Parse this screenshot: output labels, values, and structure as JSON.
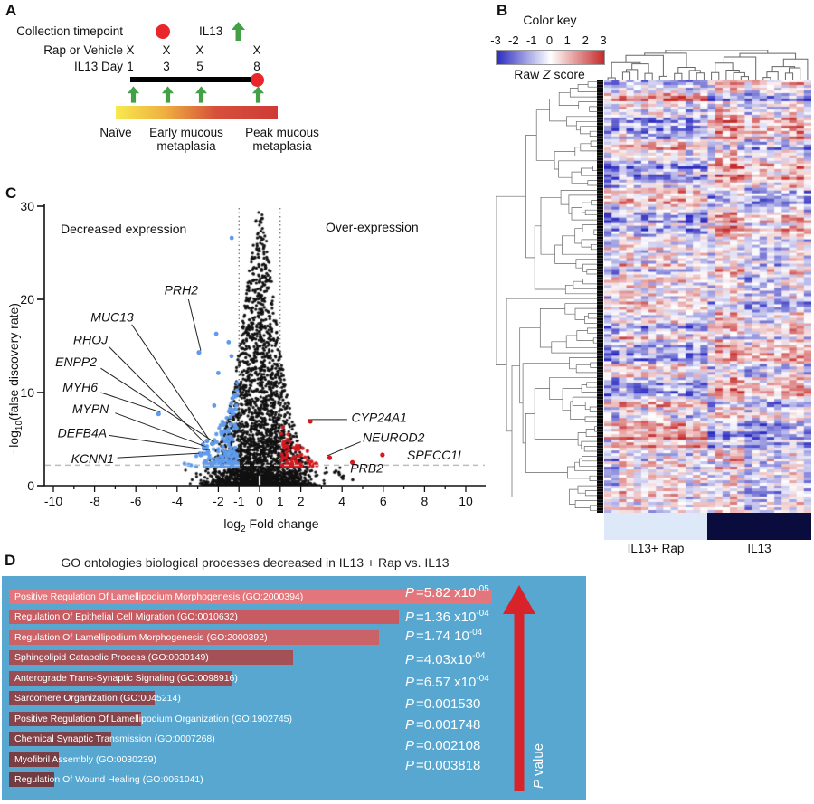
{
  "panelA": {
    "label": "A",
    "collection_label": "Collection timepoint",
    "il13_label": "IL13",
    "rap_label": "Rap or Vehicle",
    "rap_marks": [
      "X",
      "X",
      "X",
      "X"
    ],
    "day_label": "IL13 Day",
    "days": [
      "1",
      "3",
      "5",
      "8"
    ],
    "phases": [
      "Naïve",
      "Early mucous metaplasia",
      "Peak mucous metaplasia"
    ],
    "colors": {
      "red_dot": "#e8262b",
      "green_arrow": "#43a047",
      "gradient": [
        "#f8e94e",
        "#efb041",
        "#d5503a",
        "#cf3a36"
      ]
    }
  },
  "panelB": {
    "label": "B",
    "color_key_title": "Color key",
    "color_key_ticks": [
      "-3",
      "-2",
      "-1",
      "0",
      "1",
      "2",
      "3"
    ],
    "color_key_caption_pre": "Raw ",
    "color_key_caption_italic": "Z",
    "color_key_caption_post": " score",
    "groups": [
      {
        "name": "IL13+ Rap",
        "color": "#dde9f8"
      },
      {
        "name": "IL13",
        "color": "#0a0c3e"
      }
    ]
  },
  "panelC": {
    "label": "C",
    "region_left": "Decreased expression",
    "region_right": "Over-expression",
    "xlabel_pre": "log",
    "xlabel_sub": "2",
    "xlabel_post": " Fold change",
    "ylabel_pre": "−log",
    "ylabel_sub": "10",
    "ylabel_post": "(false discovery rate)"
  },
  "panelD": {
    "label": "D",
    "title": "GO ontologies biological processes decreased in IL13 + Rap vs. IL13",
    "p_symbol": "P",
    "p_value_italic": "P",
    "p_value_rest": " value"
  },
  "chart_data": [
    {
      "id": "volcano",
      "type": "scatter",
      "xlabel": "log2 Fold change",
      "ylabel": "-log10(false discovery rate)",
      "xlim": [
        -10.45,
        10.45
      ],
      "ylim": [
        0,
        30.6
      ],
      "x_tick_values": [
        -10,
        -8,
        -6,
        -4,
        -2,
        -1,
        0,
        1,
        2,
        4,
        6,
        8,
        10
      ],
      "x_tick_labels": [
        "-10",
        "-8",
        "-6",
        "-4",
        "-2",
        "-1",
        "0",
        "1",
        "2",
        "4",
        "6",
        "8",
        "10"
      ],
      "x_minor_step": 1,
      "y_tick_values": [
        0,
        10,
        20,
        30
      ],
      "y_tick_labels": [
        "0",
        "10",
        "20",
        "30"
      ],
      "fold_change_lines": [
        -1,
        1
      ],
      "fdr_threshold_line": 2.2,
      "colors": {
        "ns": "#111111",
        "down": "#5f9bec",
        "up": "#d6191e"
      },
      "region_left": "Decreased expression",
      "region_right": "Over-expression",
      "genes_down": [
        {
          "name": "PRH2",
          "x": -2.94,
          "y": 14.3,
          "label_x": -3.8,
          "label_y": 21.0,
          "from": [
            -3.45,
            20.0
          ]
        },
        {
          "name": "MUC13",
          "x": -2.55,
          "y": 4.8,
          "label_x": -7.15,
          "label_y": 18.1,
          "from": [
            -6.2,
            17.3
          ]
        },
        {
          "name": "RHOJ",
          "x": -2.75,
          "y": 4.4,
          "label_x": -8.2,
          "label_y": 15.7,
          "from": [
            -7.3,
            14.9
          ]
        },
        {
          "name": "ENPP2",
          "x": -2.3,
          "y": 4.5,
          "label_x": -8.9,
          "label_y": 13.3,
          "from": [
            -7.7,
            12.6
          ]
        },
        {
          "name": "MYH6",
          "x": -4.9,
          "y": 7.7,
          "label_x": -8.7,
          "label_y": 10.6,
          "from": [
            -7.7,
            10.0
          ]
        },
        {
          "name": "MYPN",
          "x": -2.7,
          "y": 4.0,
          "label_x": -8.2,
          "label_y": 8.25,
          "from": [
            -7.0,
            7.8
          ]
        },
        {
          "name": "DEFB4A",
          "x": -2.5,
          "y": 3.6,
          "label_x": -8.6,
          "label_y": 5.7,
          "from": [
            -7.3,
            5.4
          ]
        },
        {
          "name": "KCNN1",
          "x": -2.85,
          "y": 3.3,
          "label_x": -8.1,
          "label_y": 2.9,
          "from": [
            -6.9,
            3.0
          ]
        }
      ],
      "genes_up": [
        {
          "name": "CYP24A1",
          "x": 2.46,
          "y": 6.9,
          "label_x": 5.8,
          "label_y": 7.35,
          "from": [
            4.25,
            7.1
          ]
        },
        {
          "name": "NEUROD2",
          "x": 3.4,
          "y": 3.0,
          "label_x": 6.5,
          "label_y": 5.2,
          "from": [
            4.9,
            4.7
          ]
        },
        {
          "name": "SPECC1L",
          "x": 5.96,
          "y": 3.3,
          "label_x": 8.55,
          "label_y": 3.3,
          "from": null
        },
        {
          "name": "PRB2",
          "x": 4.5,
          "y": 2.5,
          "label_x": 5.2,
          "label_y": 1.9,
          "from": null
        }
      ],
      "extra_blue": [
        [
          -1.35,
          26.6
        ],
        [
          -2.1,
          16.3
        ],
        [
          -1.5,
          15.4
        ],
        [
          -1.36,
          13.9
        ],
        [
          -2.0,
          12.1
        ],
        [
          -1.3,
          9.4
        ],
        [
          -2.2,
          8.6
        ]
      ],
      "cloud": {
        "seed": 99,
        "n_black": 3200,
        "n_blue": 160,
        "n_red": 70
      }
    },
    {
      "id": "heatmap",
      "type": "heatmap",
      "colorbar_title": "Color key",
      "colorbar_ticks": [
        -3,
        -2,
        -1,
        0,
        1,
        2,
        3
      ],
      "colorbar_label": "Raw Z score",
      "zlim": [
        -3,
        3
      ],
      "colormap": {
        "negative": "#2a2ac0",
        "zero": "#ffffff",
        "positive": "#c62a2a"
      },
      "column_groups": [
        {
          "name": "IL13+ Rap",
          "n_cols": 14,
          "color": "#dde9f8"
        },
        {
          "name": "IL13",
          "n_cols": 14,
          "color": "#0a0c3e"
        }
      ],
      "n_cols": 28,
      "n_rows": 160,
      "seed": 1337,
      "note": "clustered rows and columns, anti-correlated expression between groups"
    },
    {
      "id": "go_bars",
      "type": "bar",
      "title": "GO ontologies biological processes decreased in IL13 + Rap vs. IL13",
      "background": "#57a7d0",
      "arrow_color": "#d8232b",
      "axis_label": "P value",
      "bars": [
        {
          "label": "Positive Regulation Of Lamellipodium Morphogenesis (GO:2000394)",
          "width_pct": 84.8,
          "color": "#e3767c",
          "p_pre": "=5.82 x10",
          "p_sup": "-05"
        },
        {
          "label": "Regulation Of Epithelial Cell Migration (GO:0010632)",
          "width_pct": 68.4,
          "color": "#c65b62",
          "p_pre": "=1.36 x10",
          "p_sup": "-04"
        },
        {
          "label": "Regulation Of Lamellipodium Morphogenesis (GO:2000392)",
          "width_pct": 64.9,
          "color": "#c96367",
          "p_pre": "=1.74 10",
          "p_sup": "-04"
        },
        {
          "label": "Sphingolipid Catabolic Process (GO:0030149)",
          "width_pct": 49.8,
          "color": "#a35056",
          "p_pre": "=4.03x10",
          "p_sup": "-04"
        },
        {
          "label": "Anterograde Trans-Synaptic Signaling (GO:0098916)",
          "width_pct": 39.2,
          "color": "#9b4b51",
          "p_pre": "=6.57 x10",
          "p_sup": "-04"
        },
        {
          "label": "Sarcomere Organization (GO:0045214)",
          "width_pct": 25.5,
          "color": "#8d464d",
          "p_pre": "=0.001530",
          "p_sup": ""
        },
        {
          "label": "Positive Regulation Of Lamellipodium Organization (GO:1902745)",
          "width_pct": 23.2,
          "color": "#87444a",
          "p_pre": "=0.001748",
          "p_sup": ""
        },
        {
          "label": "Chemical Synaptic Transmission (GO:0007268)",
          "width_pct": 18.0,
          "color": "#7e4147",
          "p_pre": "=0.002108",
          "p_sup": ""
        },
        {
          "label": "Myofibril Assembly (GO:0030239)",
          "width_pct": 8.8,
          "color": "#783e44",
          "p_pre": "=0.003818",
          "p_sup": ""
        },
        {
          "label": "Regulation Of Wound Healing (GO:0061041)",
          "width_pct": 8.0,
          "color": "#703b41",
          "p_pre": "",
          "p_sup": ""
        }
      ]
    }
  ]
}
